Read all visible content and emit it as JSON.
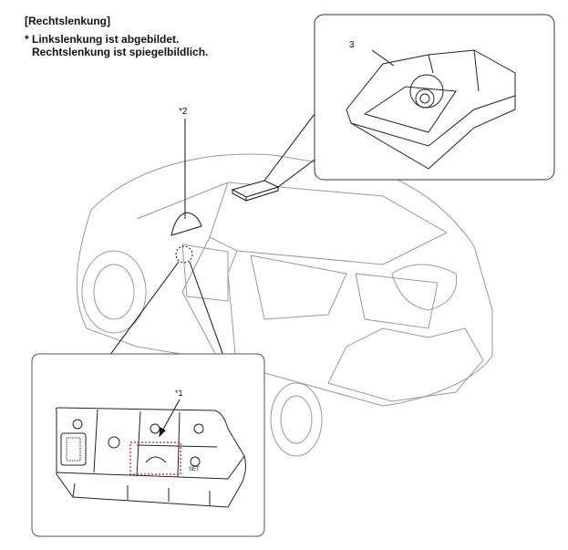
{
  "header": {
    "title": "[Rechtslenkung]",
    "note_line1": "* Linkslenkung ist abgebildet.",
    "note_line2": "Rechtslenkung ist spiegelbildlich."
  },
  "callouts": {
    "camera": "3",
    "mirror_area": "*2",
    "switch": "*1"
  },
  "switch_panel": {
    "set_label": "SET",
    "highlight_color": "#d42020"
  }
}
